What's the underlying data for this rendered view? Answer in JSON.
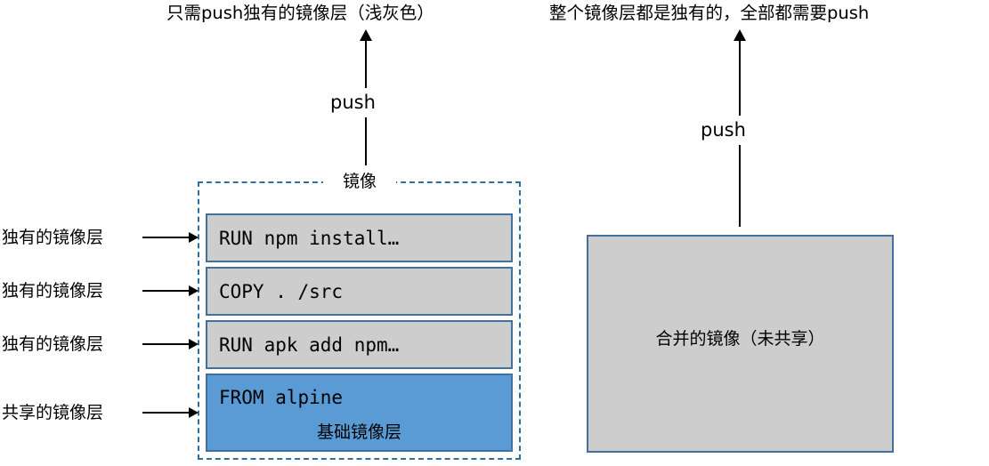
{
  "headings": {
    "left": "只需push独有的镜像层（浅灰色）",
    "right": "整个镜像层都是独有的，全部都需要push"
  },
  "arrows": {
    "push_left_label": "push",
    "push_right_label": "push"
  },
  "left_diagram": {
    "container_caption": "镜像",
    "layers": [
      {
        "command": "RUN npm install…",
        "callout": "独有的镜像层",
        "kind": "unique",
        "fill": "#CDCDCD"
      },
      {
        "command": "COPY . /src",
        "callout": "独有的镜像层",
        "kind": "unique",
        "fill": "#CDCDCD"
      },
      {
        "command": "RUN apk add npm…",
        "callout": "独有的镜像层",
        "kind": "unique",
        "fill": "#CDCDCD"
      },
      {
        "command": "FROM alpine",
        "callout": "共享的镜像层",
        "kind": "base",
        "fill": "#5B9BD5",
        "sublabel": "基础镜像层"
      }
    ]
  },
  "right_diagram": {
    "merged_label": "合并的镜像（未共享）",
    "fill": "#CDCDCD"
  },
  "colors": {
    "layer_border": "#41719C",
    "unique_layer_fill": "#CDCDCD",
    "base_layer_fill": "#5B9BD5",
    "dashed_border": "#2F6F9F",
    "arrow": "#000000",
    "background": "#FFFFFF"
  }
}
